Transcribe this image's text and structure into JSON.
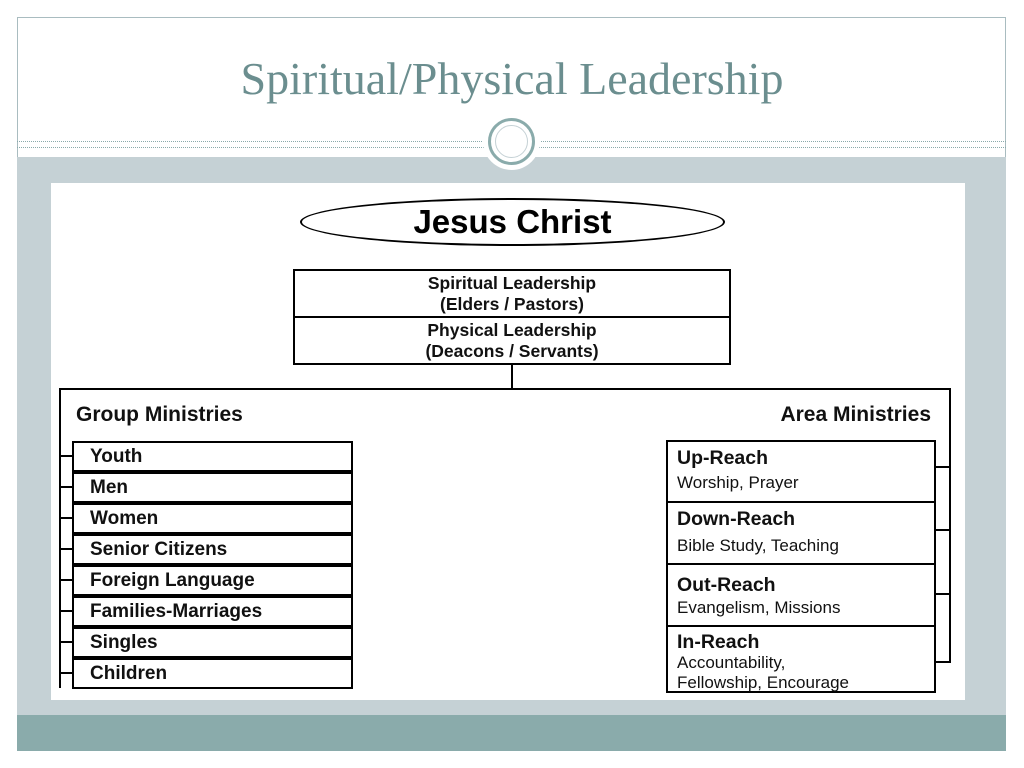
{
  "slide": {
    "title": "Spiritual/Physical Leadership"
  },
  "diagram": {
    "root": "Jesus Christ",
    "leadership": [
      {
        "line1": "Spiritual Leadership",
        "line2": "(Elders / Pastors)"
      },
      {
        "line1": "Physical Leadership",
        "line2": "(Deacons / Servants)"
      }
    ],
    "group_ministries": {
      "title": "Group Ministries",
      "items": [
        "Youth",
        "Men",
        "Women",
        "Senior Citizens",
        "Foreign Language",
        "Families-Marriages",
        "Singles",
        "Children"
      ]
    },
    "area_ministries": {
      "title": "Area Ministries",
      "items": [
        {
          "title": "Up-Reach",
          "desc": [
            "Worship, Prayer"
          ]
        },
        {
          "title": "Down-Reach",
          "desc": [
            "Bible Study, Teaching"
          ]
        },
        {
          "title": "Out-Reach",
          "desc": [
            "Evangelism, Missions"
          ]
        },
        {
          "title": "In-Reach",
          "desc": [
            "Accountability,",
            "Fellowship, Encourage"
          ]
        }
      ]
    }
  },
  "colors": {
    "title": "#6b8e8f",
    "content_band": "#c5d1d5",
    "footer_band": "#8aabab",
    "ring": "#8aabab"
  }
}
